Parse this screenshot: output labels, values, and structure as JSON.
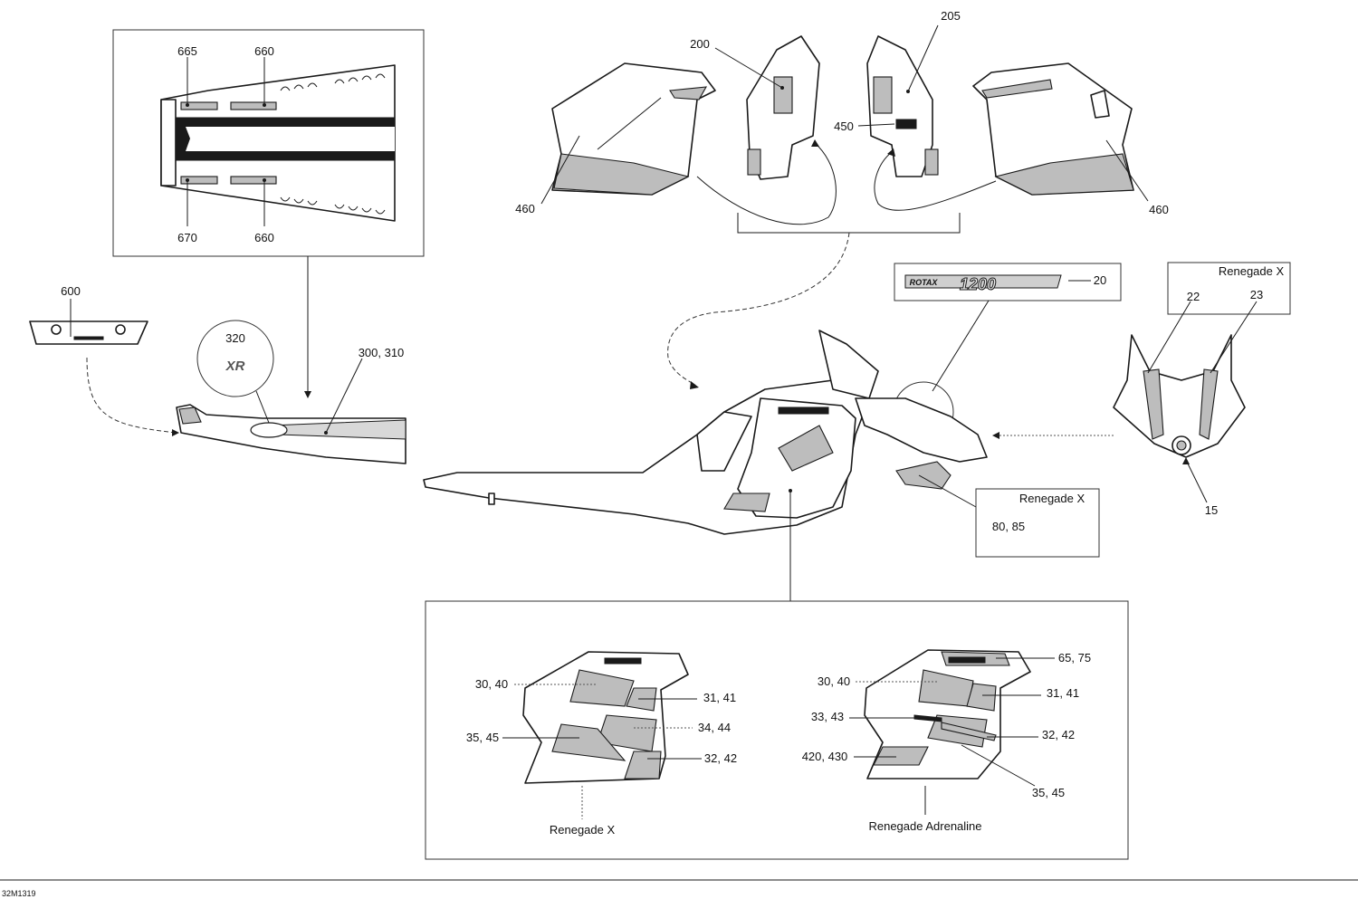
{
  "drawing_id": "32M1319",
  "callouts": {
    "c665": "665",
    "c660a": "660",
    "c670": "670",
    "c660b": "660",
    "c600": "600",
    "c320": "320",
    "c300_310": "300, 310",
    "c200": "200",
    "c205": "205",
    "c450": "450",
    "c460_left": "460",
    "c460_right": "460",
    "c20": "20",
    "c22": "22",
    "c23": "23",
    "c15": "15",
    "c80_85": "80, 85",
    "rx_30_40": "30, 40",
    "rx_31_41": "31, 41",
    "rx_34_44": "34, 44",
    "rx_35_45": "35, 45",
    "rx_32_42": "32, 42",
    "ra_65_75": "65, 75",
    "ra_30_40": "30, 40",
    "ra_31_41": "31, 41",
    "ra_33_43": "33, 43",
    "ra_32_42": "32, 42",
    "ra_420_430": "420, 430",
    "ra_35_45": "35, 45"
  },
  "model_labels": {
    "renegade_x_head": "Renegade X",
    "renegade_x_belly": "Renegade X",
    "renegade_x_bottom": "Renegade X",
    "renegade_adrenaline": "Renegade Adrenaline"
  },
  "decal_texts": {
    "engine_decal": "1200",
    "rotax": "ROTAX",
    "xr_logo": "XR"
  }
}
